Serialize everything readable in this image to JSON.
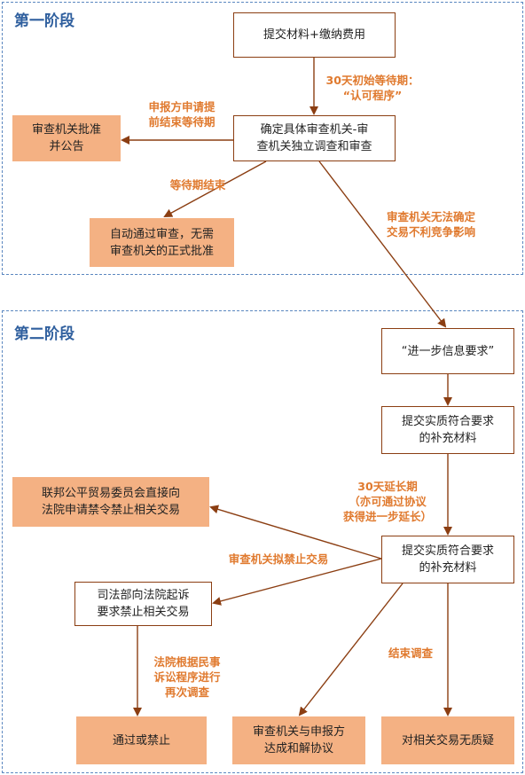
{
  "stage1": {
    "title": "第一阶段"
  },
  "stage2": {
    "title": "第二阶段"
  },
  "nodes": {
    "submit": "提交材料+缴纳费用",
    "determine": [
      "确定具体审查机关-审",
      "查机关独立调查和审查"
    ],
    "approve": [
      "审查机关批准",
      "并公告"
    ],
    "auto_pass": [
      "自动通过审查，无需",
      "审查机关的正式批准"
    ],
    "further_info": "“进一步信息要求”",
    "supplement1": [
      "提交实质符合要求",
      "的补充材料"
    ],
    "supplement2": [
      "提交实质符合要求",
      "的补充材料"
    ],
    "ftc": [
      "联邦公平贸易委员会直接向",
      "法院申请禁令禁止相关交易"
    ],
    "doj": [
      "司法部向法院起诉",
      "要求禁止相关交易"
    ],
    "pass_or_ban": "通过或禁止",
    "settlement": [
      "审查机关与申报方",
      "达成和解协议"
    ],
    "no_concern": "对相关交易无质疑"
  },
  "labels": {
    "wait30": [
      "30天初始等待期：",
      "“认可程序”"
    ],
    "early_end": [
      "申报方申请提",
      "前结束等待期"
    ],
    "wait_end": "等待期结束",
    "cannot_determine": [
      "审查机关无法确定",
      "交易不利竞争影响"
    ],
    "ext30": [
      "30天延长期",
      "（亦可通过协议",
      "获得进一步延长）"
    ],
    "intend_ban": "审查机关拟禁止交易",
    "civil": [
      "法院根据民事",
      "诉讼程序进行",
      "再次调查"
    ],
    "end_review": "结束调查"
  },
  "colors": {
    "frame": "#5b87c0",
    "title": "#2f5f9e",
    "arrow": "#8b3e12",
    "label": "#e07a2f",
    "fill": "#f4b183"
  }
}
